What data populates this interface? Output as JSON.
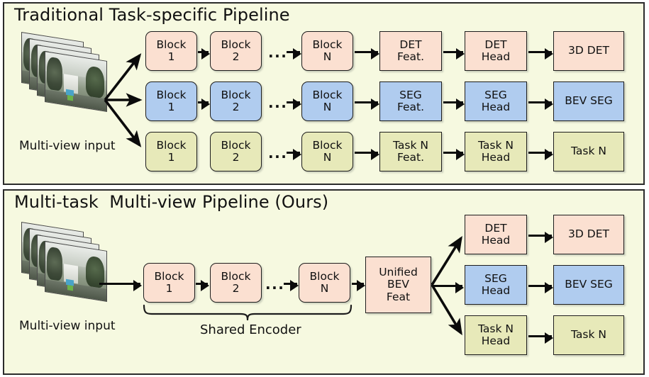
{
  "panels": [
    {
      "id": "traditional",
      "title": "Traditional Task-specific Pipeline",
      "input_caption": "Multi-view input",
      "rows": [
        {
          "color": "pink",
          "stages": [
            {
              "lines": [
                "Block",
                "1"
              ]
            },
            {
              "lines": [
                "Block",
                "2"
              ]
            },
            {
              "lines": [
                "Block",
                "N"
              ]
            },
            {
              "lines": [
                "DET",
                "Feat."
              ]
            },
            {
              "lines": [
                "DET",
                "Head"
              ]
            },
            {
              "lines": [
                "3D DET"
              ]
            }
          ]
        },
        {
          "color": "blue",
          "stages": [
            {
              "lines": [
                "Block",
                "1"
              ]
            },
            {
              "lines": [
                "Block",
                "2"
              ]
            },
            {
              "lines": [
                "Block",
                "N"
              ]
            },
            {
              "lines": [
                "SEG",
                "Feat."
              ]
            },
            {
              "lines": [
                "SEG",
                "Head"
              ]
            },
            {
              "lines": [
                "BEV SEG"
              ]
            }
          ]
        },
        {
          "color": "olive",
          "stages": [
            {
              "lines": [
                "Block",
                "1"
              ]
            },
            {
              "lines": [
                "Block",
                "2"
              ]
            },
            {
              "lines": [
                "Block",
                "N"
              ]
            },
            {
              "lines": [
                "Task N",
                "Feat."
              ]
            },
            {
              "lines": [
                "Task N",
                "Head"
              ]
            },
            {
              "lines": [
                "Task N"
              ]
            }
          ]
        }
      ],
      "ellipsis": "..."
    },
    {
      "id": "ours",
      "title": "Multi-task  Multi-view Pipeline (Ours)",
      "input_caption": "Multi-view input",
      "encoder_label": "Shared Encoder",
      "ellipsis": "...",
      "encoder_blocks": [
        {
          "lines": [
            "Block",
            "1"
          ],
          "color": "pink"
        },
        {
          "lines": [
            "Block",
            "2"
          ],
          "color": "pink"
        },
        {
          "lines": [
            "Block",
            "N"
          ],
          "color": "pink"
        }
      ],
      "unified": {
        "lines": [
          "Unified",
          "BEV",
          "Feat"
        ],
        "color": "pink"
      },
      "heads": [
        {
          "lines": [
            "DET",
            "Head"
          ],
          "color": "pink"
        },
        {
          "lines": [
            "SEG",
            "Head"
          ],
          "color": "blue"
        },
        {
          "lines": [
            "Task N",
            "Head"
          ],
          "color": "olive"
        }
      ],
      "outputs": [
        {
          "lines": [
            "3D DET"
          ],
          "color": "pink"
        },
        {
          "lines": [
            "BEV SEG"
          ],
          "color": "blue"
        },
        {
          "lines": [
            "Task N"
          ],
          "color": "olive"
        }
      ]
    }
  ],
  "colors": {
    "pink": "#fbe0d1",
    "blue": "#b0ccef",
    "olive": "#e7e9b9",
    "panel_bg": "#f6f9e0",
    "border": "#1d1d1d"
  }
}
